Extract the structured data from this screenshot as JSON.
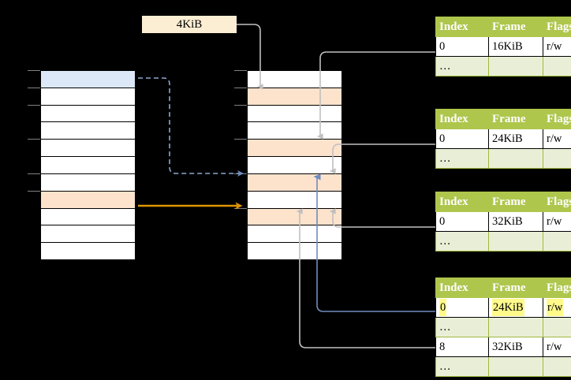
{
  "diagram": {
    "title_label": "4KiB",
    "colors": {
      "header_green": "#aec64c",
      "row_alt_green": "#e9efd6",
      "highlight_blue": "#dce8f8",
      "highlight_peach": "#fde3cc",
      "highlight_yellow": "#fffa8a",
      "label_bg": "#fceed3",
      "arrow_orange": "#e09400",
      "arrow_blue": "#8ba8d0",
      "arrow_gray": "#b3b3b3",
      "background": "#000000"
    }
  },
  "left_column": {
    "name": "virtual-address-space",
    "rows": [
      {
        "id": "l1",
        "fill": "blue",
        "label": ""
      },
      {
        "id": "l2",
        "fill": "white",
        "label": ""
      },
      {
        "id": "l3",
        "fill": "white",
        "label": ""
      },
      {
        "id": "l4",
        "fill": "white",
        "label": ""
      },
      {
        "id": "l5",
        "fill": "white",
        "label": ""
      },
      {
        "id": "l6",
        "fill": "white",
        "label": ""
      },
      {
        "id": "l7",
        "fill": "white",
        "label": ""
      },
      {
        "id": "l8",
        "fill": "peach",
        "label": ""
      },
      {
        "id": "l9",
        "fill": "white",
        "label": ""
      },
      {
        "id": "l10",
        "fill": "white",
        "label": ""
      },
      {
        "id": "l11",
        "fill": "white",
        "label": ""
      }
    ]
  },
  "middle_column": {
    "name": "physical-memory",
    "rows": [
      {
        "id": "m1",
        "fill": "white",
        "label": ""
      },
      {
        "id": "m2",
        "fill": "peach",
        "label": ""
      },
      {
        "id": "m3",
        "fill": "white",
        "label": ""
      },
      {
        "id": "m4",
        "fill": "white",
        "label": ""
      },
      {
        "id": "m5",
        "fill": "peach",
        "label": ""
      },
      {
        "id": "m6",
        "fill": "white",
        "label": ""
      },
      {
        "id": "m7",
        "fill": "peach",
        "label": ""
      },
      {
        "id": "m8",
        "fill": "white",
        "label": ""
      },
      {
        "id": "m9",
        "fill": "peach",
        "label": ""
      },
      {
        "id": "m10",
        "fill": "white",
        "label": ""
      },
      {
        "id": "m11",
        "fill": "white",
        "label": ""
      }
    ]
  },
  "page_tables": [
    {
      "id": "table-1",
      "headers": [
        "Index",
        "Frame",
        "Flags"
      ],
      "rows": [
        {
          "style": "plain",
          "cells": [
            "0",
            "16KiB",
            "r/w"
          ],
          "highlight": [
            false,
            false,
            false
          ]
        },
        {
          "style": "alt",
          "cells": [
            "…",
            "",
            ""
          ],
          "highlight": [
            false,
            false,
            false
          ]
        }
      ]
    },
    {
      "id": "table-2",
      "headers": [
        "Index",
        "Frame",
        "Flags"
      ],
      "rows": [
        {
          "style": "plain",
          "cells": [
            "0",
            "24KiB",
            "r/w"
          ],
          "highlight": [
            false,
            false,
            false
          ]
        },
        {
          "style": "alt",
          "cells": [
            "…",
            "",
            ""
          ],
          "highlight": [
            false,
            false,
            false
          ]
        }
      ]
    },
    {
      "id": "table-3",
      "headers": [
        "Index",
        "Frame",
        "Flags"
      ],
      "rows": [
        {
          "style": "plain",
          "cells": [
            "0",
            "32KiB",
            "r/w"
          ],
          "highlight": [
            false,
            false,
            false
          ]
        },
        {
          "style": "alt",
          "cells": [
            "…",
            "",
            ""
          ],
          "highlight": [
            false,
            false,
            false
          ]
        }
      ]
    },
    {
      "id": "table-4",
      "headers": [
        "Index",
        "Frame",
        "Flags"
      ],
      "rows": [
        {
          "style": "plain",
          "cells": [
            "0",
            "24KiB",
            "r/w"
          ],
          "highlight": [
            true,
            true,
            true
          ]
        },
        {
          "style": "alt",
          "cells": [
            "…",
            "",
            ""
          ],
          "highlight": [
            false,
            false,
            false
          ]
        },
        {
          "style": "plain",
          "cells": [
            "8",
            "32KiB",
            "r/w"
          ],
          "highlight": [
            false,
            false,
            false
          ]
        },
        {
          "style": "alt",
          "cells": [
            "…",
            "",
            ""
          ],
          "highlight": [
            false,
            false,
            false
          ]
        }
      ]
    }
  ]
}
